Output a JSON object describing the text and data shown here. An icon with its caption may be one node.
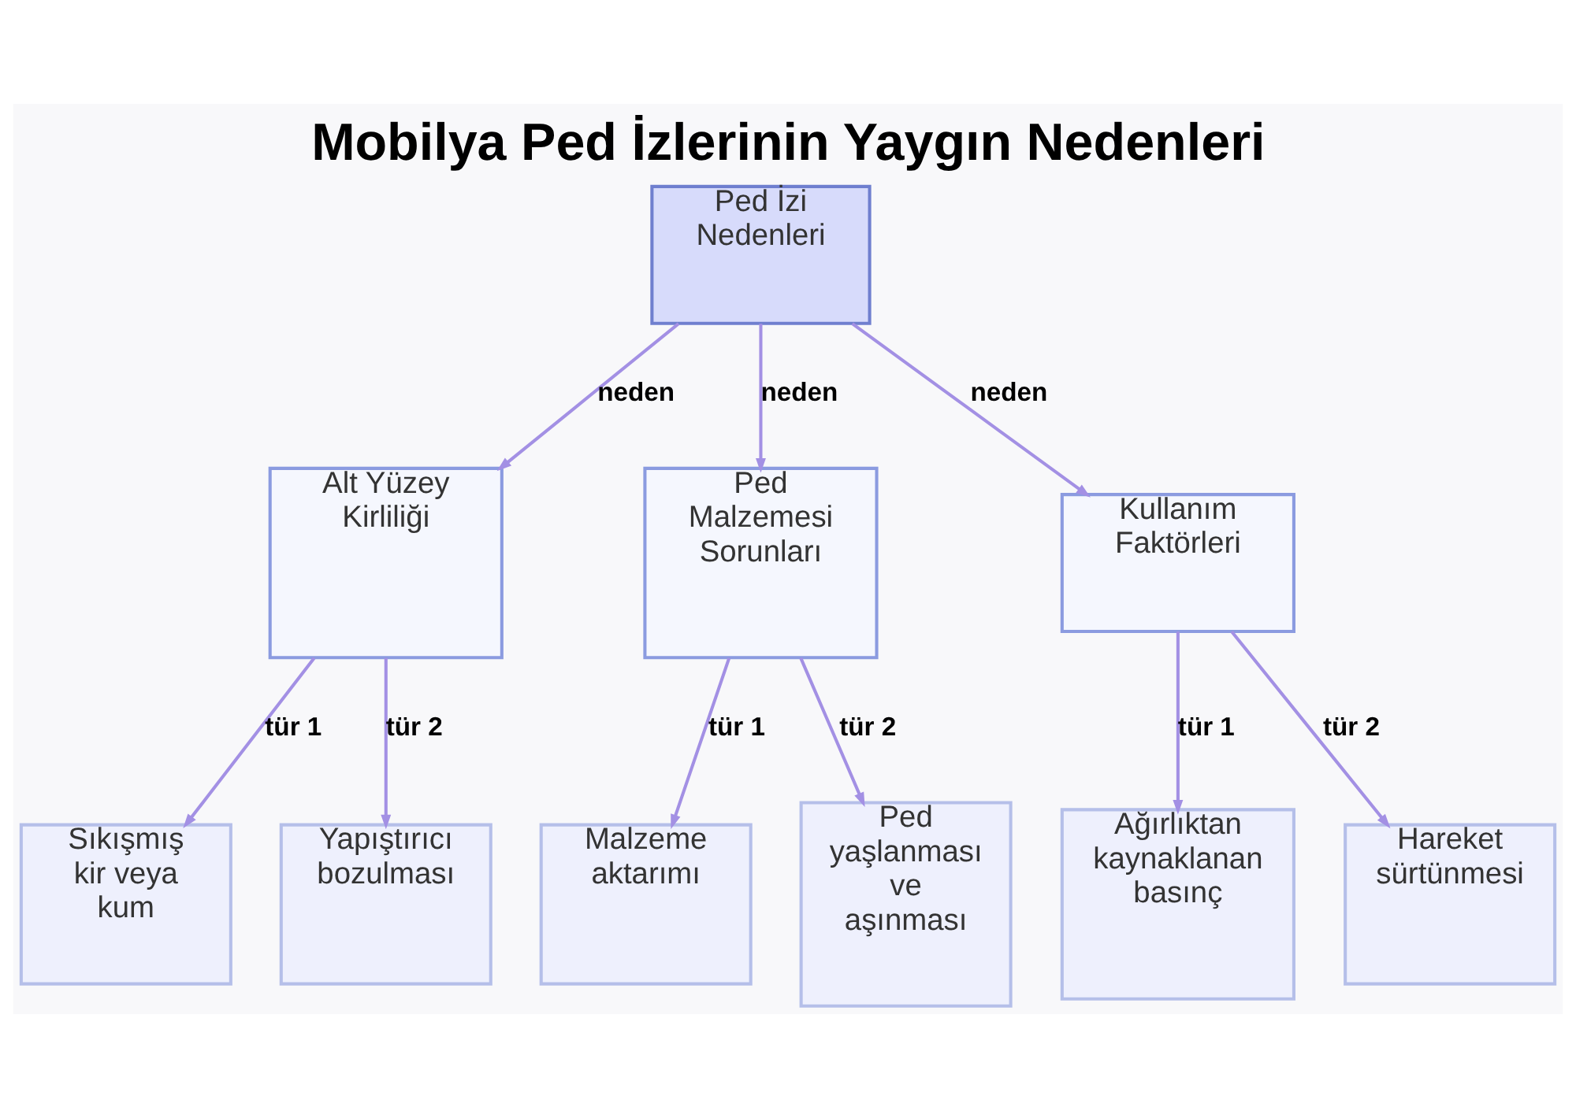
{
  "diagram": {
    "title": "Mobilya Ped İzlerinin Yaygın Nedenleri",
    "nodes": [
      {
        "text": [
          "Ped İzi Nedenleri"
        ]
      },
      {
        "text": [
          "Alt Yüzey Kirliliği"
        ]
      },
      {
        "text": [
          "Ped Malzemesi Sorunları"
        ]
      },
      {
        "text": [
          "Kullanım Faktörleri"
        ]
      },
      {
        "text": [
          "Sıkışmış kir veya kum"
        ]
      },
      {
        "text": [
          "Yapıştırıcı bozulması"
        ]
      },
      {
        "text": [
          "Malzeme aktarımı"
        ]
      },
      {
        "text": [
          "Ped yaşlanması ve aşınması"
        ]
      },
      {
        "text": [
          "Ağırlıktan kaynaklanan basınç"
        ]
      },
      {
        "text": [
          "Hareket sürtünmesi"
        ]
      }
    ],
    "edges": [
      {
        "from": 0,
        "to": 1,
        "arrow": "to",
        "label": "neden"
      },
      {
        "from": 0,
        "to": 2,
        "arrow": "to",
        "label": "neden"
      },
      {
        "from": 0,
        "to": 3,
        "arrow": "to",
        "label": "neden"
      },
      {
        "from": 1,
        "to": 4,
        "arrow": "to",
        "label": "tür 1"
      },
      {
        "from": 1,
        "to": 5,
        "arrow": "to",
        "label": "tür 2"
      },
      {
        "from": 2,
        "to": 6,
        "arrow": "to",
        "label": "tür 1"
      },
      {
        "from": 2,
        "to": 7,
        "arrow": "to",
        "label": "tür 2"
      },
      {
        "from": 3,
        "to": 8,
        "arrow": "to",
        "label": "tür 1"
      },
      {
        "from": 3,
        "to": 9,
        "arrow": "to",
        "label": "tür 2"
      }
    ]
  }
}
